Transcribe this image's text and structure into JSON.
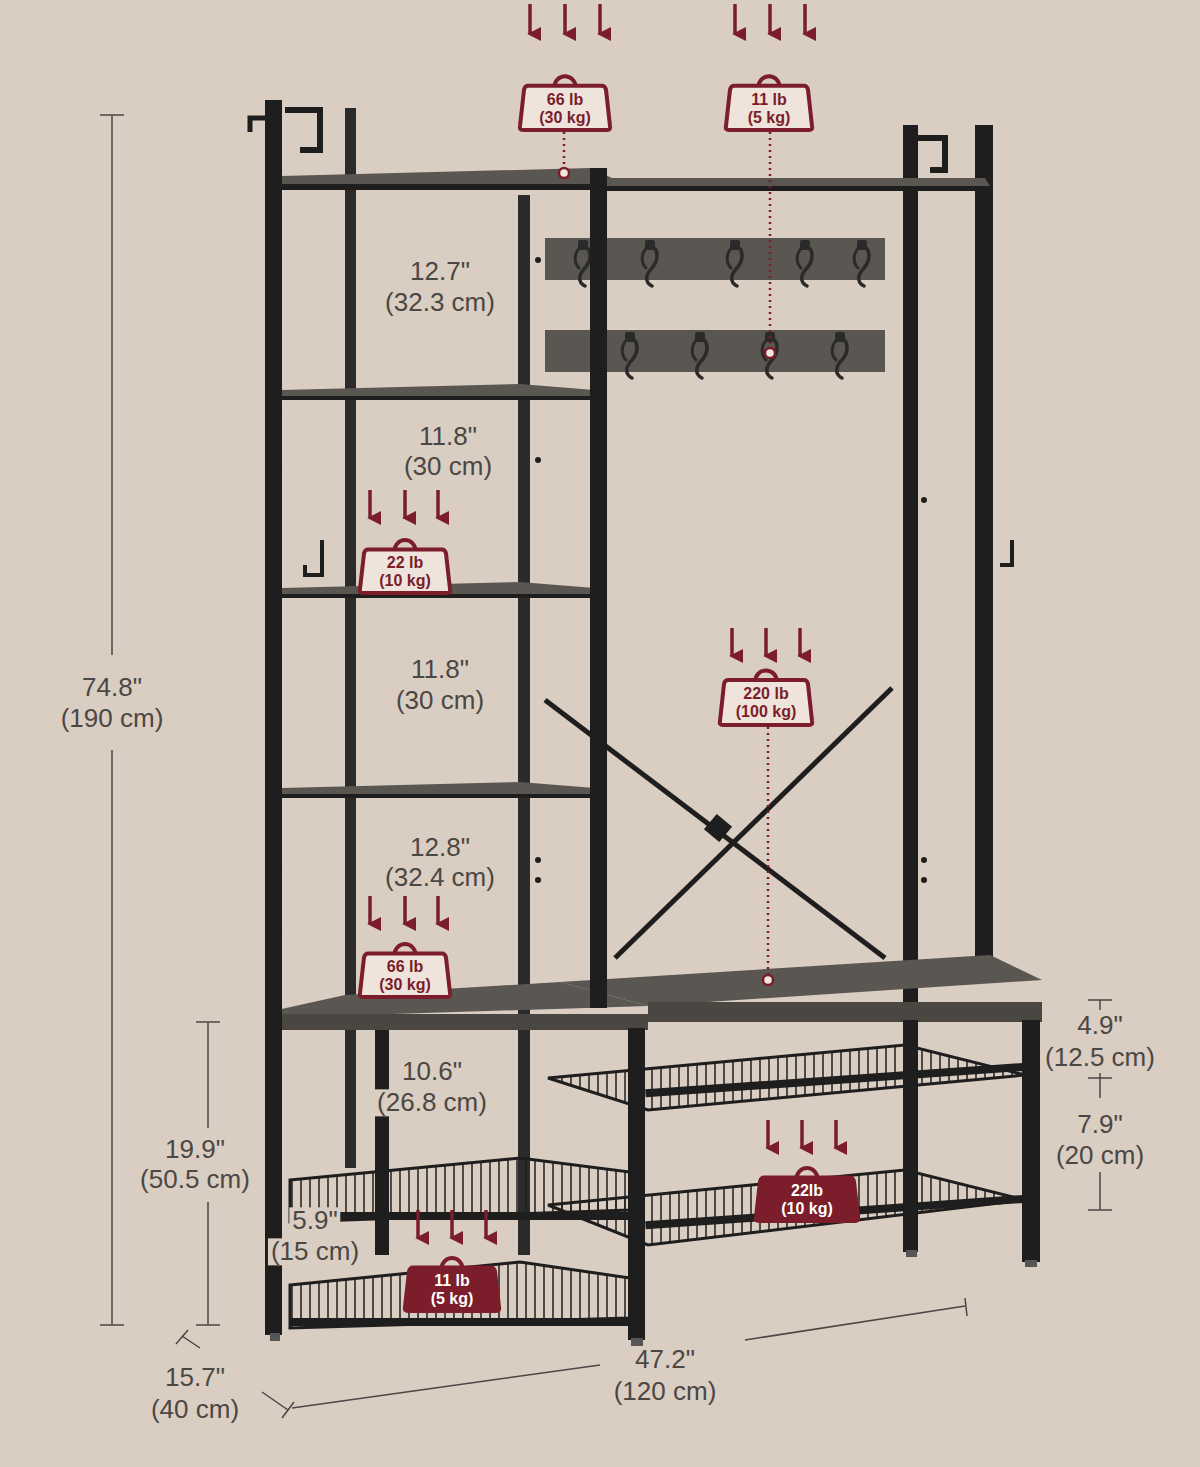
{
  "diagram": {
    "nodes": [
      {
        "text": [
          "66 lb",
          "(30 kg)"
        ]
      },
      {
        "text": [
          "11 lb",
          "(5 kg)"
        ]
      },
      {
        "text": [
          "22 lb",
          "(10 kg)"
        ]
      },
      {
        "text": [
          "220 lb",
          "(100 kg)"
        ]
      },
      {
        "text": [
          "66 lb",
          "(30 kg)"
        ]
      },
      {
        "text": [
          "22lb",
          "(10 kg)"
        ]
      },
      {
        "text": [
          "11 lb",
          "(5 kg)"
        ]
      }
    ],
    "labels": [
      "12.7\"",
      "(32.3 cm)",
      "11.8\"",
      "(30 cm)",
      "11.8\"",
      "(30 cm)",
      "12.8\"",
      "(32.4 cm)",
      "74.8\"",
      "(190 cm)",
      "4.9\"",
      "(12.5 cm)",
      "7.9\"",
      "(20 cm)",
      "10.6\"",
      "(26.8 cm)",
      "19.9\"",
      "(50.5 cm)",
      "5.9\"",
      "(15 cm)",
      "15.7\"",
      "(40 cm)",
      "47.2\"",
      "(120 cm)"
    ]
  }
}
